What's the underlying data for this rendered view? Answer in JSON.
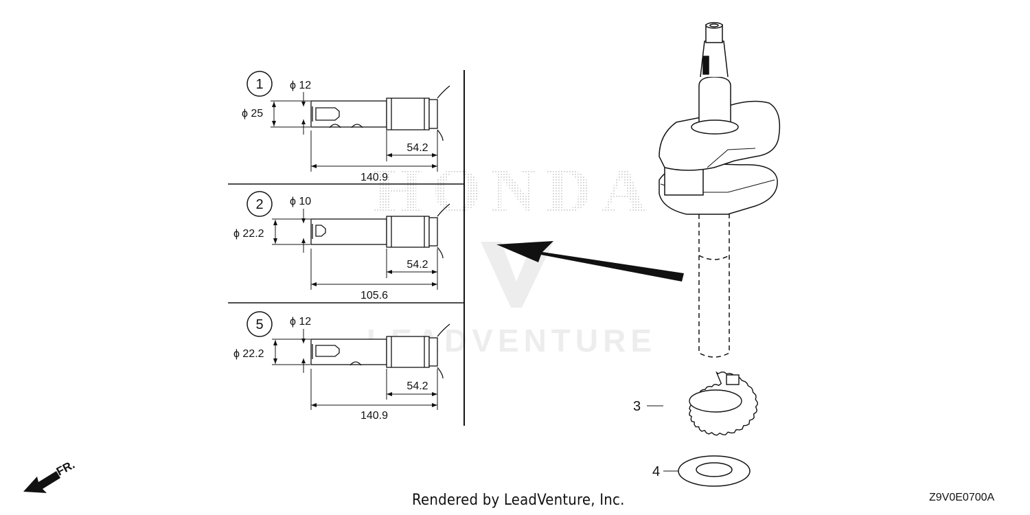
{
  "variants": [
    {
      "id": "1",
      "inner_dia": "ϕ 12",
      "outer_dia": "ϕ 25",
      "short_len": "54.2",
      "total_len": "140.9"
    },
    {
      "id": "2",
      "inner_dia": "ϕ 10",
      "outer_dia": "ϕ 22.2",
      "short_len": "54.2",
      "total_len": "105.6"
    },
    {
      "id": "5",
      "inner_dia": "ϕ 12",
      "outer_dia": "ϕ 22.2",
      "short_len": "54.2",
      "total_len": "140.9"
    }
  ],
  "callouts": {
    "gear": "3",
    "washer": "4"
  },
  "direction_label": "FR.",
  "watermark": {
    "brand": "HONDA",
    "company": "LEADVENTURE"
  },
  "footer_text": "Rendered by LeadVenture, Inc.",
  "diagram_code": "Z9V0E0700A"
}
